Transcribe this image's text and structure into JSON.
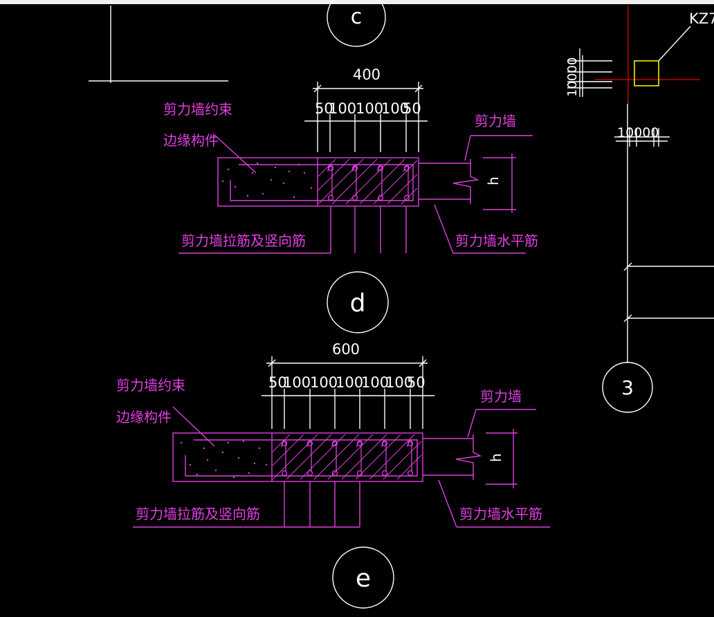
{
  "viewport": {
    "type": "CAD model space",
    "background_color": "#000000"
  },
  "colors": {
    "annotation": "#e040e0",
    "dimension": "#ffffff",
    "column_outline": "#f0f000",
    "crosshair": "#cc0000"
  },
  "grid_bubbles": {
    "c": "c",
    "d": "d",
    "e": "e",
    "three": "3"
  },
  "detail_d": {
    "total_dim": "400",
    "sub_dims": [
      "50",
      "100",
      "100",
      "100",
      "50"
    ],
    "labels": {
      "constraint_edge_line1": "剪力墙约束",
      "constraint_edge_line2": "边缘构件",
      "shear_wall": "剪力墙",
      "tie_and_vertical_bars": "剪力墙拉筋及竖向筋",
      "horizontal_bars": "剪力墙水平筋",
      "thickness": "h"
    }
  },
  "detail_e": {
    "total_dim": "600",
    "sub_dims": [
      "50",
      "100",
      "100",
      "100",
      "100",
      "100",
      "50"
    ],
    "labels": {
      "constraint_edge_line1": "剪力墙约束",
      "constraint_edge_line2": "边缘构件",
      "shear_wall": "剪力墙",
      "tie_and_vertical_bars": "剪力墙拉筋及竖向筋",
      "horizontal_bars": "剪力墙水平筋",
      "thickness": "h"
    }
  },
  "column_mark": {
    "label": "KZ7",
    "dim_x": "10000",
    "dim_y": "10000"
  }
}
